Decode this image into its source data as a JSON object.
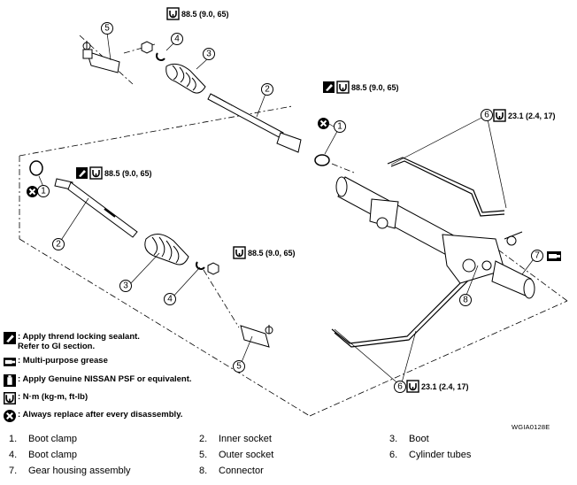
{
  "torques": {
    "t1": "88.5 (9.0, 65)",
    "t2": "88.5 (9.0, 65)",
    "t3": "88.5 (9.0, 65)",
    "t4": "88.5 (9.0, 65)",
    "t5": "23.1 (2.4, 17)",
    "t6": "23.1 (2.4, 17)"
  },
  "labels": {
    "n1a": "1",
    "n1b": "1",
    "n2a": "2",
    "n2b": "2",
    "n3a": "3",
    "n3b": "3",
    "n4a": "4",
    "n4b": "4",
    "n5a": "5",
    "n5b": "5",
    "n6a": "6",
    "n6b": "6",
    "n7": "7",
    "n8": "8"
  },
  "legend": [
    {
      "icon": "sealant-icon",
      "text": ": Apply thrend locking sealant.\n  Refer to GI section."
    },
    {
      "icon": "grease-icon",
      "text": ": Multi-purpose grease"
    },
    {
      "icon": "psf-icon",
      "text": ": Apply Genuine NISSAN PSF or equivalent."
    },
    {
      "icon": "torque-icon",
      "text": ": N·m (kg-m, ft-lb)"
    },
    {
      "icon": "replace-icon",
      "text": ": Always replace after every disassembly."
    }
  ],
  "figure_id": "WGIA0128E",
  "parts": [
    {
      "num": "1.",
      "name": "Boot clamp"
    },
    {
      "num": "2.",
      "name": "Inner socket"
    },
    {
      "num": "3.",
      "name": "Boot"
    },
    {
      "num": "4.",
      "name": "Boot clamp"
    },
    {
      "num": "5.",
      "name": "Outer socket"
    },
    {
      "num": "6.",
      "name": "Cylinder tubes"
    },
    {
      "num": "7.",
      "name": "Gear housing assembly"
    },
    {
      "num": "8.",
      "name": "Connector"
    }
  ]
}
